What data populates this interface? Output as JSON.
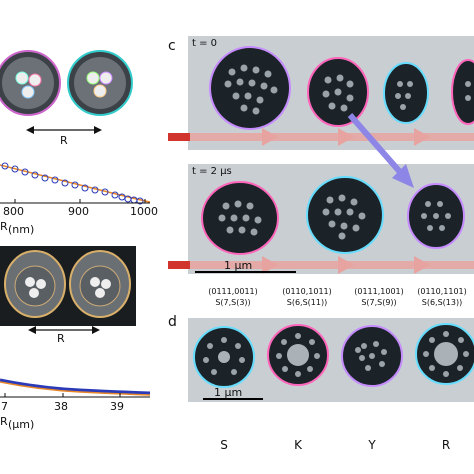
{
  "panel_letters": {
    "c": "c",
    "d": "d"
  },
  "panel_c": {
    "t0_label": "t = 0",
    "t1_label": "t = 2 μs",
    "scalebar_label": "1 μm"
  },
  "codes": [
    {
      "line1": "(0111,0011)",
      "line2": "S(7,S(3))"
    },
    {
      "line1": "(0110,1011)",
      "line2": "S(6,S(11))"
    },
    {
      "line1": "(0111,1001)",
      "line2": "S(7,S(9))"
    },
    {
      "line1": "(0110,1101)",
      "line2": "S(6,S(13))"
    }
  ],
  "panel_d": {
    "scalebar_label": "1 μm",
    "letters": [
      "S",
      "K",
      "Y",
      "R"
    ]
  },
  "left_top": {
    "r_label": "R",
    "xticks": [
      "800",
      "900",
      "1000"
    ],
    "xlabel_tail": "(nm)"
  },
  "left_bottom": {
    "r_label": "R",
    "xticks": [
      "7",
      "38",
      "39"
    ],
    "xlabel_tail": "(μm)"
  },
  "colors": {
    "cell_bg": "#c9ced2",
    "droplet": "#1c2328",
    "bar_red": "#d0342c",
    "arrow_track": "#e7a3a0",
    "arrow_blue": "#8d86e6",
    "curve_orange": "#e8872a",
    "marker_blue": "#2b3bb8"
  }
}
